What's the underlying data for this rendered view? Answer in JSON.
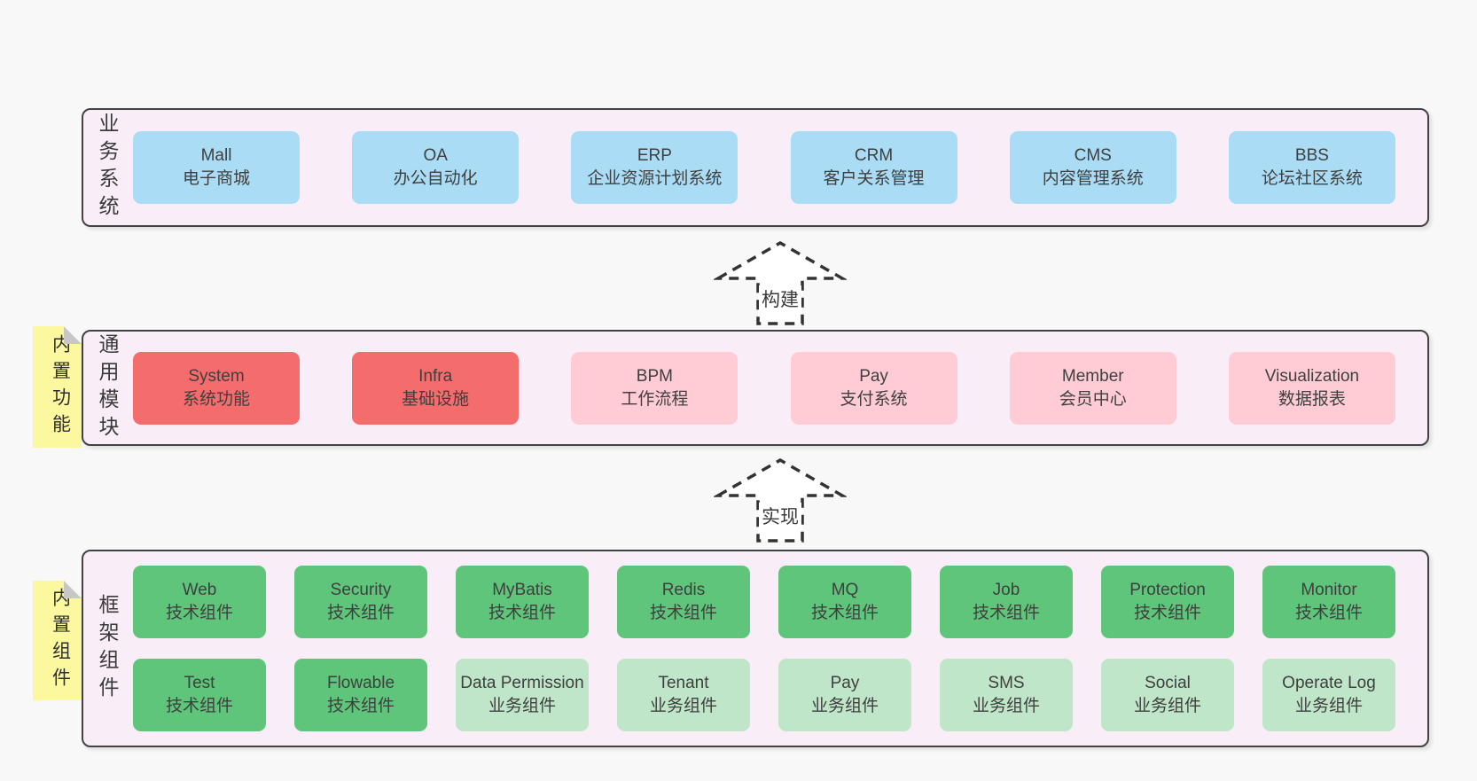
{
  "colors": {
    "page_background": "#f8f8f8",
    "layer_background": "#f9eef7",
    "layer_border": "#424242",
    "blue_box": "#aadcf5",
    "red_box": "#f56c6c",
    "pink_box": "#ffccd5",
    "green_box": "#5fc57a",
    "light_green_box": "#bfe6c8",
    "sticky_note": "#fbf89f",
    "note_fold": "#c7c7c7",
    "arrow_stroke": "#333333"
  },
  "arrows": [
    {
      "label": "构建"
    },
    {
      "label": "实现"
    }
  ],
  "layers": [
    {
      "label": "业务系统",
      "note": null,
      "rows": [
        [
          {
            "en": "Mall",
            "zh": "电子商城",
            "variant": "blue"
          },
          {
            "en": "OA",
            "zh": "办公自动化",
            "variant": "blue"
          },
          {
            "en": "ERP",
            "zh": "企业资源计划系统",
            "variant": "blue"
          },
          {
            "en": "CRM",
            "zh": "客户关系管理",
            "variant": "blue"
          },
          {
            "en": "CMS",
            "zh": "内容管理系统",
            "variant": "blue"
          },
          {
            "en": "BBS",
            "zh": "论坛社区系统",
            "variant": "blue"
          }
        ]
      ]
    },
    {
      "label": "通用模块",
      "note": "内置功能",
      "rows": [
        [
          {
            "en": "System",
            "zh": "系统功能",
            "variant": "red"
          },
          {
            "en": "Infra",
            "zh": "基础设施",
            "variant": "red"
          },
          {
            "en": "BPM",
            "zh": "工作流程",
            "variant": "pink"
          },
          {
            "en": "Pay",
            "zh": "支付系统",
            "variant": "pink"
          },
          {
            "en": "Member",
            "zh": "会员中心",
            "variant": "pink"
          },
          {
            "en": "Visualization",
            "zh": "数据报表",
            "variant": "pink"
          }
        ]
      ]
    },
    {
      "label": "框架组件",
      "note": "内置组件",
      "rows": [
        [
          {
            "en": "Web",
            "zh": "技术组件",
            "variant": "green"
          },
          {
            "en": "Security",
            "zh": "技术组件",
            "variant": "green"
          },
          {
            "en": "MyBatis",
            "zh": "技术组件",
            "variant": "green"
          },
          {
            "en": "Redis",
            "zh": "技术组件",
            "variant": "green"
          },
          {
            "en": "MQ",
            "zh": "技术组件",
            "variant": "green"
          },
          {
            "en": "Job",
            "zh": "技术组件",
            "variant": "green"
          },
          {
            "en": "Protection",
            "zh": "技术组件",
            "variant": "green"
          },
          {
            "en": "Monitor",
            "zh": "技术组件",
            "variant": "green"
          }
        ],
        [
          {
            "en": "Test",
            "zh": "技术组件",
            "variant": "green"
          },
          {
            "en": "Flowable",
            "zh": "技术组件",
            "variant": "green"
          },
          {
            "en": "Data Permission",
            "zh": "业务组件",
            "variant": "lightgreen"
          },
          {
            "en": "Tenant",
            "zh": "业务组件",
            "variant": "lightgreen"
          },
          {
            "en": "Pay",
            "zh": "业务组件",
            "variant": "lightgreen"
          },
          {
            "en": "SMS",
            "zh": "业务组件",
            "variant": "lightgreen"
          },
          {
            "en": "Social",
            "zh": "业务组件",
            "variant": "lightgreen"
          },
          {
            "en": "Operate Log",
            "zh": "业务组件",
            "variant": "lightgreen"
          }
        ]
      ]
    }
  ]
}
